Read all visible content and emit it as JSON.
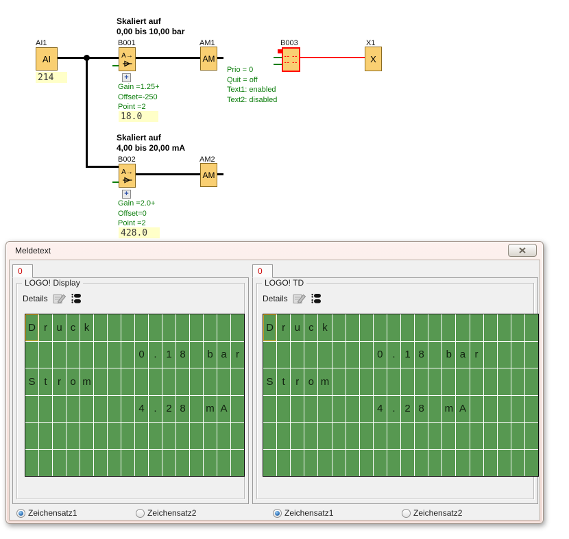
{
  "colors": {
    "block_fill": "#f9cf72",
    "accent_red": "#ff0000",
    "param_green": "#0b7d0b",
    "value_bg": "#ffffc8",
    "lcd_green": "#579851",
    "tab_red": "#cc0000"
  },
  "diagram": {
    "scale_labels": [
      {
        "line1": "Skaliert auf",
        "line2": "0,00 bis 10,00 bar"
      },
      {
        "line1": "Skaliert auf",
        "line2": "4,00 bis 20,00 mA"
      }
    ],
    "blocks": {
      "ai1": {
        "label": "AI1",
        "symbol": "AI",
        "value": "214"
      },
      "b001": {
        "label": "B001",
        "symbol_top": "A→",
        "expand": "+",
        "params": [
          "Gain =1.25+",
          "Offset=-250",
          "Point =2"
        ],
        "value": "18.0"
      },
      "am1": {
        "label": "AM1",
        "symbol": "AM"
      },
      "b003": {
        "label": "B003",
        "line1": "-- --",
        "line2": "-- --",
        "params": [
          "Prio = 0",
          "Quit = off",
          "Text1: enabled",
          "Text2: disabled"
        ]
      },
      "x1": {
        "label": "X1",
        "symbol": "X"
      },
      "b002": {
        "label": "B002",
        "symbol_top": "A→",
        "expand": "+",
        "params": [
          "Gain =2.0+",
          "Offset=0",
          "Point =2"
        ],
        "value": "428.0"
      },
      "am2": {
        "label": "AM2",
        "symbol": "AM"
      }
    }
  },
  "dialog": {
    "title": "Meldetext",
    "panels": [
      {
        "tab": "0",
        "group": "LOGO! Display",
        "details_label": "Details",
        "cols": 16,
        "rows": 6,
        "lines": [
          "Druck",
          "        0.18 bar",
          "Strom",
          "        4.28 mA",
          "",
          ""
        ],
        "charsets": [
          {
            "label": "Zeichensatz1",
            "selected": true
          },
          {
            "label": "Zeichensatz2",
            "selected": false
          }
        ]
      },
      {
        "tab": "0",
        "group": "LOGO! TD",
        "details_label": "Details",
        "cols": 20,
        "rows": 6,
        "lines": [
          "Druck",
          "        0.18 bar",
          "Strom",
          "        4.28 mA",
          "",
          ""
        ],
        "charsets": [
          {
            "label": "Zeichensatz1",
            "selected": true
          },
          {
            "label": "Zeichensatz2",
            "selected": false
          }
        ]
      }
    ]
  }
}
